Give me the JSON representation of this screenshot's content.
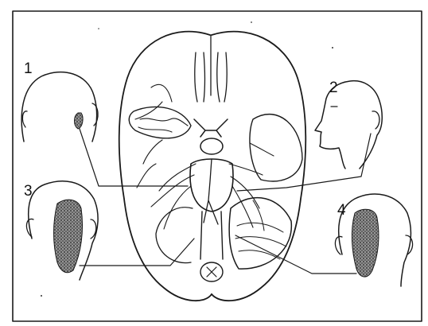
{
  "labels": {
    "panel_1": "1",
    "panel_2": "2",
    "panel_3": "3",
    "panel_4": "4"
  },
  "colors": {
    "ink": "#1a1a1a",
    "paper": "#ffffff",
    "shade": "#6e6e6e"
  }
}
